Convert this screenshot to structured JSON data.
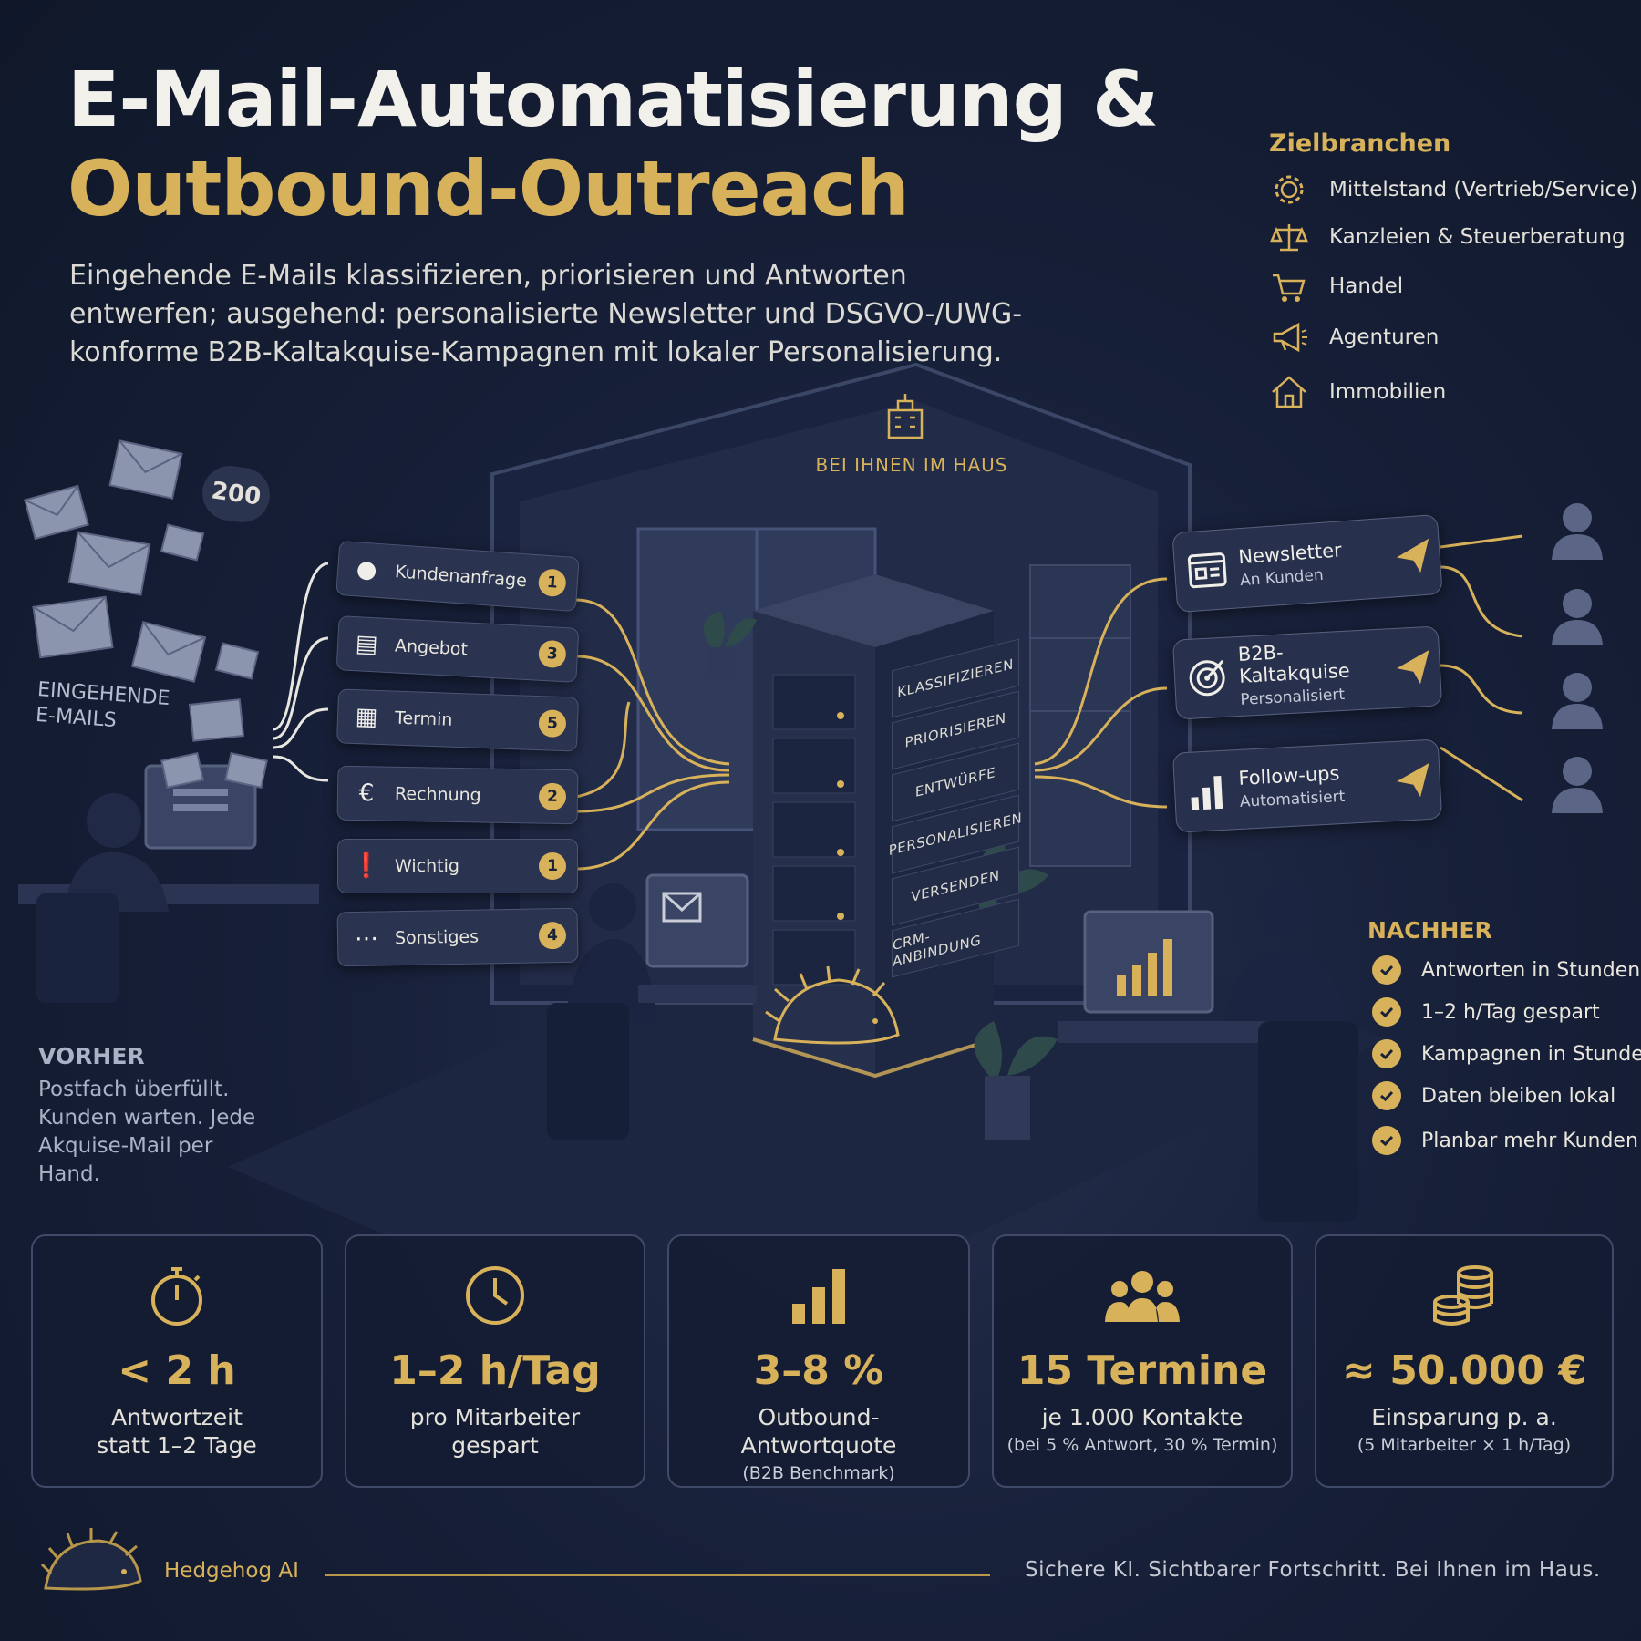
{
  "header": {
    "title_line1": "E-Mail-Automatisierung &",
    "title_line2": "Outbound-Outreach",
    "subtitle": "Eingehende E-Mails klassifizieren, priorisieren und Antworten entwerfen; ausgehend: personalisierte Newsletter und DSGVO-/UWG-konforme B2B-Kaltakquise-Kampagnen mit lokaler Personalisierung."
  },
  "zielbranchen": {
    "title": "Zielbranchen",
    "items": [
      {
        "label": "Mittelstand (Vertrieb/Service)",
        "icon": "gear-icon"
      },
      {
        "label": "Kanzleien & Steuerberatung",
        "icon": "scales-icon"
      },
      {
        "label": "Handel",
        "icon": "cart-icon"
      },
      {
        "label": "Agenturen",
        "icon": "megaphone-icon"
      },
      {
        "label": "Immobilien",
        "icon": "house-icon"
      }
    ]
  },
  "inbound": {
    "label_line1": "EINGEHENDE",
    "label_line2": "E-MAILS",
    "count_badge": "200",
    "categories": [
      {
        "label": "Kundenanfrage",
        "count": "1",
        "icon": "user-icon"
      },
      {
        "label": "Angebot",
        "count": "3",
        "icon": "document-icon"
      },
      {
        "label": "Termin",
        "count": "5",
        "icon": "calendar-icon"
      },
      {
        "label": "Rechnung",
        "count": "2",
        "icon": "euro-icon"
      },
      {
        "label": "Wichtig",
        "count": "1",
        "icon": "alert-icon"
      },
      {
        "label": "Sonstiges",
        "count": "4",
        "icon": "more-icon"
      }
    ]
  },
  "server": {
    "house_label": "BEI IHNEN IM HAUS",
    "steps": [
      "KLASSIFIZIEREN",
      "PRIORISIEREN",
      "ENTWÜRFE",
      "PERSONALISIEREN",
      "VERSENDEN",
      "CRM-ANBINDUNG"
    ]
  },
  "outbound": [
    {
      "title": "Newsletter",
      "subtitle": "An Kunden",
      "icon": "newsletter-icon"
    },
    {
      "title": "B2B-Kaltakquise",
      "subtitle": "Personalisiert",
      "icon": "target-icon"
    },
    {
      "title": "Follow-ups",
      "subtitle": "Automatisiert",
      "icon": "bar-chart-icon"
    }
  ],
  "vorher": {
    "title": "VORHER",
    "text": "Postfach überfüllt. Kunden warten. Jede Akquise-Mail per Hand."
  },
  "nachher": {
    "title": "NACHHER",
    "items": [
      "Antworten in Stunden",
      "1–2 h/Tag gespart",
      "Kampagnen in Stunden",
      "Daten bleiben lokal",
      "Planbar mehr Kunden"
    ]
  },
  "stats": [
    {
      "value": "< 2 h",
      "line1": "Antwortzeit",
      "line2": "statt 1–2 Tage",
      "note": "",
      "icon": "stopwatch-icon"
    },
    {
      "value": "1–2 h/Tag",
      "line1": "pro Mitarbeiter",
      "line2": "gespart",
      "note": "",
      "icon": "clock-icon"
    },
    {
      "value": "3–8 %",
      "line1": "Outbound-",
      "line2": "Antwortquote",
      "note": "(B2B Benchmark)",
      "icon": "bar-chart-icon"
    },
    {
      "value": "15 Termine",
      "line1": "je 1.000 Kontakte",
      "line2": "",
      "note": "(bei 5 % Antwort, 30 % Termin)",
      "icon": "group-icon"
    },
    {
      "value": "≈ 50.000 €",
      "line1": "Einsparung p. a.",
      "line2": "",
      "note": "(5 Mitarbeiter × 1 h/Tag)",
      "icon": "coins-icon"
    }
  ],
  "footer": {
    "brand": "Hedgehog AI",
    "tagline": "Sichere KI. Sichtbarer Fortschritt. Bei Ihnen im Haus."
  },
  "colors": {
    "background": "#131c33",
    "accent_gold": "#d8b25a",
    "text_light": "#e9e6dd",
    "muted": "#aab2c6"
  }
}
